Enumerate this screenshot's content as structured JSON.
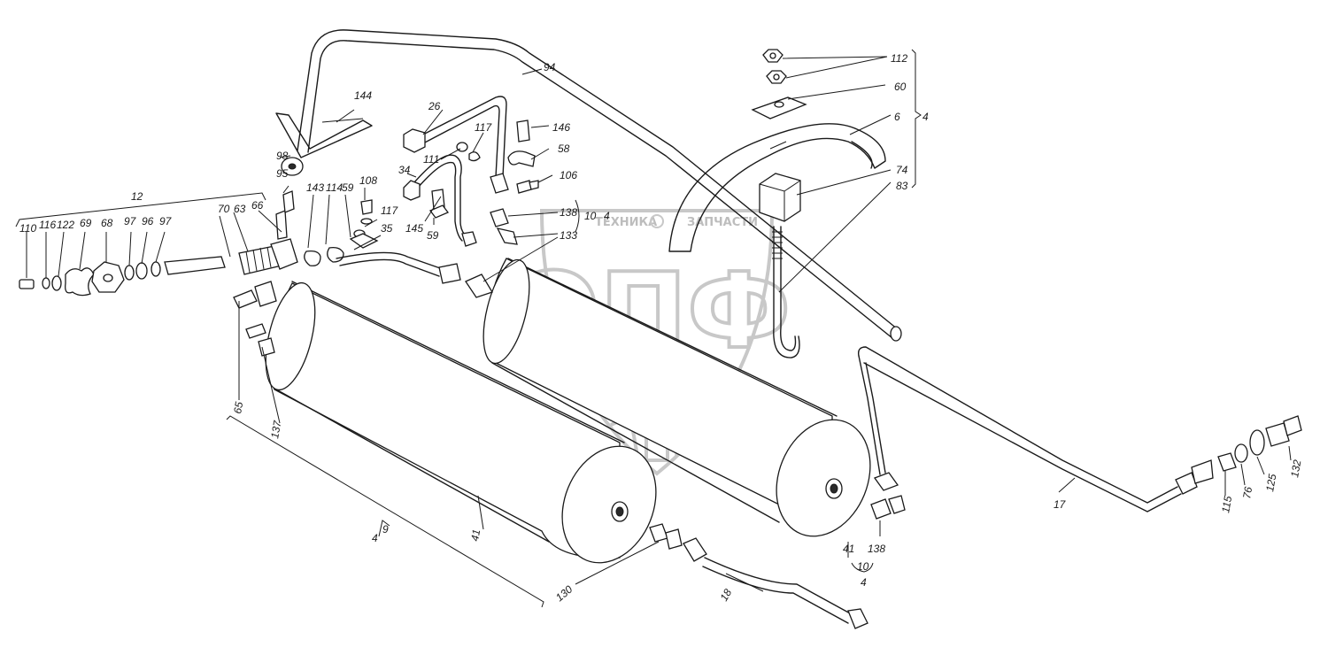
{
  "labels": {
    "l94": "94",
    "l112": "112",
    "l60": "60",
    "l6": "6",
    "l4a": "4",
    "l74": "74",
    "l83": "83",
    "l144": "144",
    "l26": "26",
    "l117a": "117",
    "l146": "146",
    "l98": "98",
    "l111": "111",
    "l58": "58",
    "l106": "106",
    "l95": "95",
    "l34": "34",
    "l12": "12",
    "l143": "143",
    "l114": "114",
    "l59a": "59",
    "l108": "108",
    "l117b": "117",
    "l138a": "138",
    "l10a": "10",
    "l4b": "4",
    "l70": "70",
    "l63": "63",
    "l66a": "66",
    "l35": "35",
    "l145": "145",
    "l59b": "59",
    "l133": "133",
    "l110": "110",
    "l116": "116",
    "l122": "122",
    "l69": "69",
    "l68": "68",
    "l97a": "97",
    "l96": "96",
    "l97b": "97",
    "l65": "65",
    "l137": "137",
    "l41a": "41",
    "l9": "9",
    "l4c": "4",
    "l130": "130",
    "l18": "18",
    "l41b": "41",
    "l138b": "138",
    "l10b": "10",
    "l4d": "4",
    "l17": "17",
    "l115": "115",
    "l76": "76",
    "l125": "125",
    "l132": "132"
  },
  "watermark": {
    "letters": "ЭПФ",
    "left_word": "ТЕХНИКА",
    "right_word": "ЗАПЧАСТИ"
  }
}
